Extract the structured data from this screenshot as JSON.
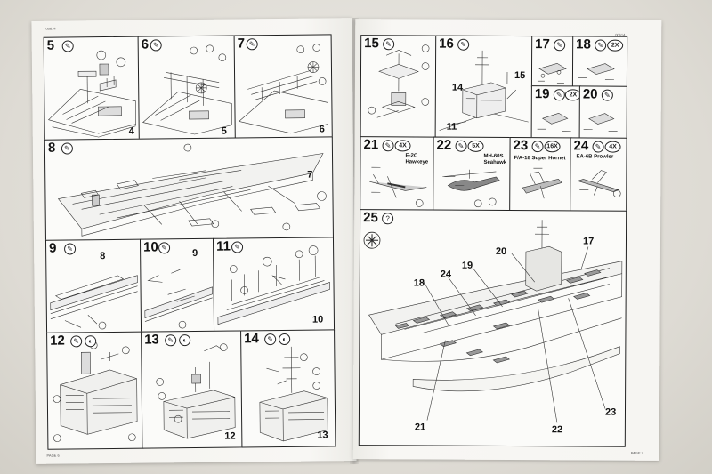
{
  "left_page": {
    "code": "00614",
    "footer": "PAGE 6",
    "steps": [
      {
        "number": "5",
        "callouts": [
          "4"
        ]
      },
      {
        "number": "6",
        "callouts": [
          "5"
        ]
      },
      {
        "number": "7",
        "callouts": [
          "6"
        ]
      },
      {
        "number": "8",
        "callouts": [
          "7"
        ]
      },
      {
        "number": "9",
        "callouts": [
          "8"
        ]
      },
      {
        "number": "10",
        "callouts": [
          "9"
        ]
      },
      {
        "number": "11",
        "callouts": [
          "10"
        ]
      },
      {
        "number": "12",
        "callouts": []
      },
      {
        "number": "13",
        "callouts": [
          "12"
        ]
      },
      {
        "number": "14",
        "callouts": [
          "13"
        ]
      }
    ]
  },
  "right_page": {
    "code": "00614",
    "footer": "PAGE 7",
    "steps": [
      {
        "number": "15",
        "callouts": []
      },
      {
        "number": "16",
        "callouts": [
          "14",
          "15",
          "11"
        ]
      },
      {
        "number": "17",
        "callouts": []
      },
      {
        "number": "18",
        "qty": "2X",
        "callouts": []
      },
      {
        "number": "19",
        "qty": "2X",
        "callouts": []
      },
      {
        "number": "20",
        "callouts": []
      },
      {
        "number": "21",
        "qty": "4X",
        "aircraft": "E-2C Hawkeye"
      },
      {
        "number": "22",
        "qty": "5X",
        "aircraft": "MH-60S Seahawk"
      },
      {
        "number": "23",
        "qty": "16X",
        "aircraft": "F/A-18 Super Hornet"
      },
      {
        "number": "24",
        "qty": "4X",
        "aircraft": "EA-6B Prowler"
      },
      {
        "number": "25",
        "callouts": [
          "20",
          "17",
          "19",
          "24",
          "18",
          "23",
          "22",
          "21"
        ]
      }
    ]
  }
}
